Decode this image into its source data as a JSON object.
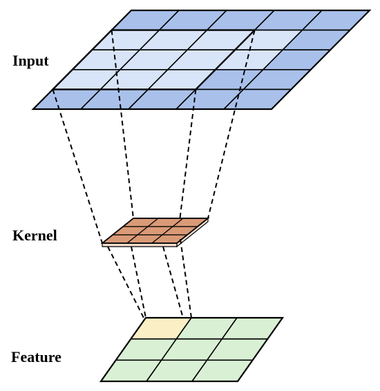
{
  "labels": {
    "input": "Input",
    "kernel": "Kernel",
    "feature": "Feature"
  },
  "grids": {
    "input": {
      "rows": 5,
      "cols": 5,
      "fill": "#d8e4f7",
      "fill_highlight": "#a9c1ea",
      "stroke": "#000000"
    },
    "kernel": {
      "rows": 3,
      "cols": 3,
      "fill": "#d99a77",
      "side_fill": "#f3ddcc",
      "stroke": "#000000"
    },
    "feature": {
      "rows": 3,
      "cols": 3,
      "fill": "#d9f0d4",
      "fill_highlight": "#fbefc6",
      "stroke": "#000000"
    }
  },
  "colors": {
    "connector": "#000000"
  }
}
